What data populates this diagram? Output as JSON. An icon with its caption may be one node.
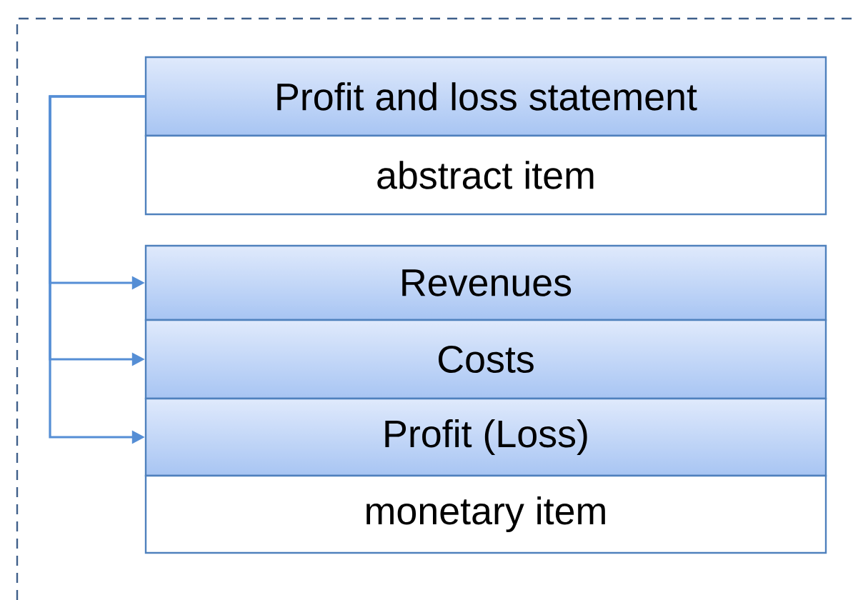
{
  "diagram": {
    "nodes": [
      {
        "text": [
          "Profit and loss statement"
        ]
      },
      {
        "text": [
          "abstract item"
        ]
      },
      {
        "text": [
          "Revenues"
        ]
      },
      {
        "text": [
          "Costs"
        ]
      },
      {
        "text": [
          "Profit (Loss)"
        ]
      },
      {
        "text": [
          "monetary item"
        ]
      }
    ],
    "edges": [
      {
        "from": 0,
        "to": 2,
        "arrow": "to"
      },
      {
        "from": 0,
        "to": 3,
        "arrow": "to"
      },
      {
        "from": 0,
        "to": 4,
        "arrow": "to"
      }
    ]
  }
}
